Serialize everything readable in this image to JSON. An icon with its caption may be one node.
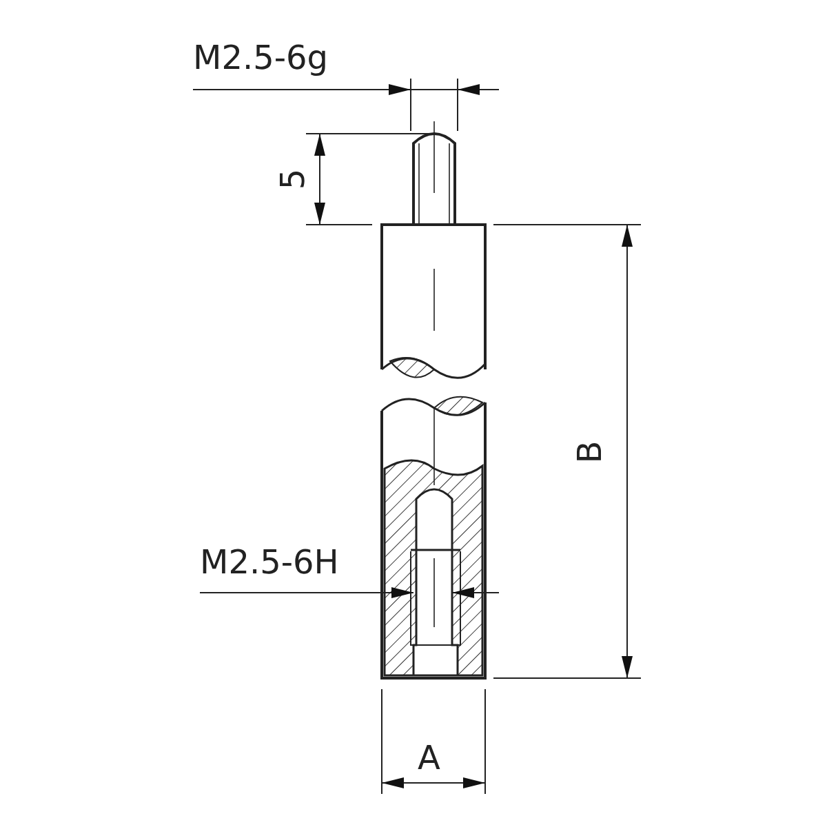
{
  "diagram": {
    "labels": [
      "M2.5-6g",
      "5",
      "B",
      "M2.5-6H",
      "A"
    ]
  }
}
